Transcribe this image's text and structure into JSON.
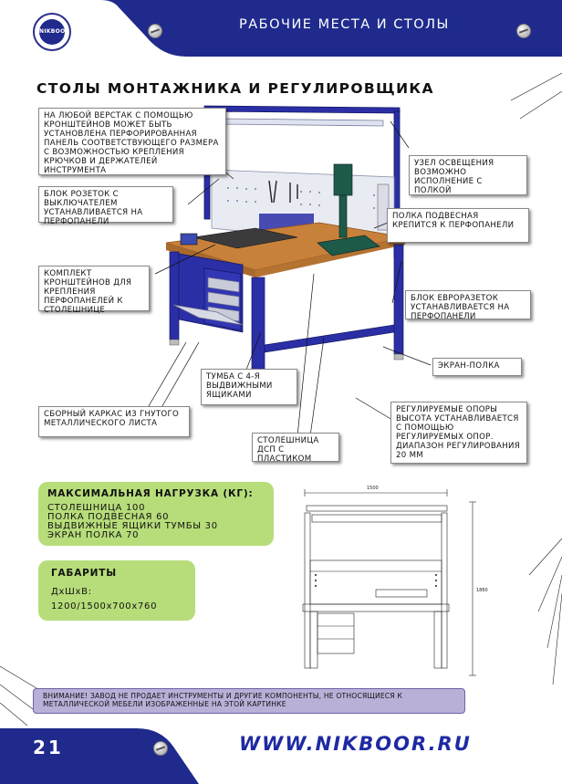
{
  "header": {
    "section_title": "РАБОЧИЕ МЕСТА И СТОЛЫ",
    "logo_text": "NIKBOOR"
  },
  "page_title": "СТОЛЫ МОНТАЖНИКА И РЕГУЛИРОВЩИКА",
  "callouts": {
    "perforated_panel": "НА ЛЮБОЙ ВЕРСТАК С ПОМОЩЬЮ КРОНШТЕЙНОВ МОЖЕТ БЫТЬ УСТАНОВЛЕНА ПЕРФОРИРОВАННАЯ ПАНЕЛЬ СООТВЕТСТВУЮЩЕГО РАЗМЕРА С ВОЗМОЖНОСТЬЮ КРЕПЛЕНИЯ КРЮЧКОВ И ДЕРЖАТЕЛЕЙ ИНСТРУМЕНТА",
    "socket_block": "БЛОК РОЗЕТОК С ВЫКЛЮЧАТЕЛЕМ УСТАНАВЛИВАЕТСЯ НА ПЕРФОПАНЕЛИ",
    "brackets": "КОМПЛЕКТ КРОНШТЕЙНОВ ДЛЯ КРЕПЛЕНИЯ ПЕРФОПАНЕЛЕЙ К СТОЛЕШНИЦЕ",
    "frame": "СБОРНЫЙ КАРКАС ИЗ ГНУТОГО МЕТАЛЛИЧЕСКОГО ЛИСТА",
    "pedestal": "ТУМБА С 4-Я ВЫДВИЖНЫМИ ЯЩИКАМИ",
    "tabletop": "СТОЛЕШНИЦА ДСП С ПЛАСТИКОМ",
    "lighting": "УЗЕЛ ОСВЕЩЕНИЯ ВОЗМОЖНО ИСПОЛНЕНИЕ С ПОЛКОЙ",
    "hanging_shelf": "ПОЛКА ПОДВЕСНАЯ КРЕПИТСЯ К ПЕРФОПАНЕЛИ",
    "euro_sockets": "БЛОК ЕВРОРАЗЕТОК УСТАНАВЛИВАЕТСЯ НА ПЕРФОПАНЕЛИ",
    "screen_shelf": "ЭКРАН-ПОЛКА",
    "feet": "РЕГУЛИРУЕМЫЕ ОПОРЫ ВЫСОТА УСТАНАВЛИВАЕТСЯ С ПОМОЩЬЮ РЕГУЛИРУЕМЫХ ОПОР. ДИАПАЗОН РЕГУЛИРОВАНИЯ 20 ММ"
  },
  "load_box": {
    "title": "МАКСИМАЛЬНАЯ НАГРУЗКА (КГ):",
    "lines": [
      "СТОЛЕШНИЦА 100",
      "ПОЛКА ПОДВЕСНАЯ 60",
      "ВЫДВИЖНЫЕ ЯЩИКИ ТУМБЫ 30",
      "ЭКРАН ПОЛКА 70"
    ]
  },
  "dims_box": {
    "title": "ГАБАРИТЫ",
    "label": "ДхШхВ:",
    "value": "1200/1500х700х760"
  },
  "drawing": {
    "width_label": "1500",
    "height_label": "1860"
  },
  "notice": "ВНИМАНИЕ! ЗАВОД НЕ ПРОДАЕТ ИНСТРУМЕНТЫ И ДРУГИЕ КОМПОНЕНТЫ, НЕ ОТНОСЯЩИЕСЯ К МЕТАЛЛИЧЕСКОЙ МЕБЕЛИ ИЗОБРАЖЕННЫЕ НА ЭТОЙ КАРТИНКЕ",
  "footer": {
    "page_number": "21",
    "url": "WWW.NIKBOOR.RU"
  },
  "colors": {
    "brand_blue": "#1f2a8c",
    "furniture_blue": "#2b2fa6",
    "tabletop": "#c8813a",
    "green_box": "#b7dd7a",
    "notice_bg": "#b9b0d8"
  }
}
